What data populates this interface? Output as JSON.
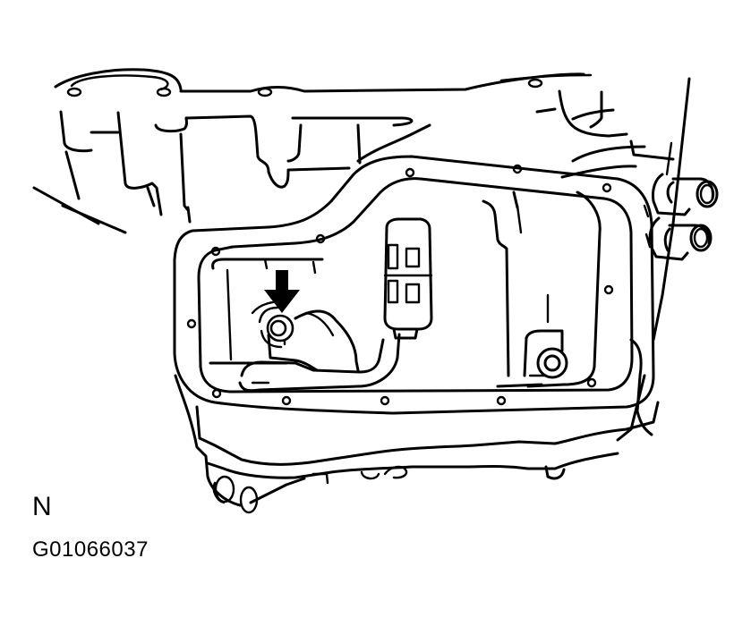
{
  "figure": {
    "view_label": "N",
    "figure_id": "G01066037",
    "subject": "engine-oil-pan-with-sensor",
    "callouts": [
      {
        "type": "arrow",
        "icon": "arrow-down-icon",
        "points_to": "sensor-mounting-bolt"
      }
    ],
    "colors": {
      "line": "#000000",
      "background": "#ffffff"
    }
  }
}
